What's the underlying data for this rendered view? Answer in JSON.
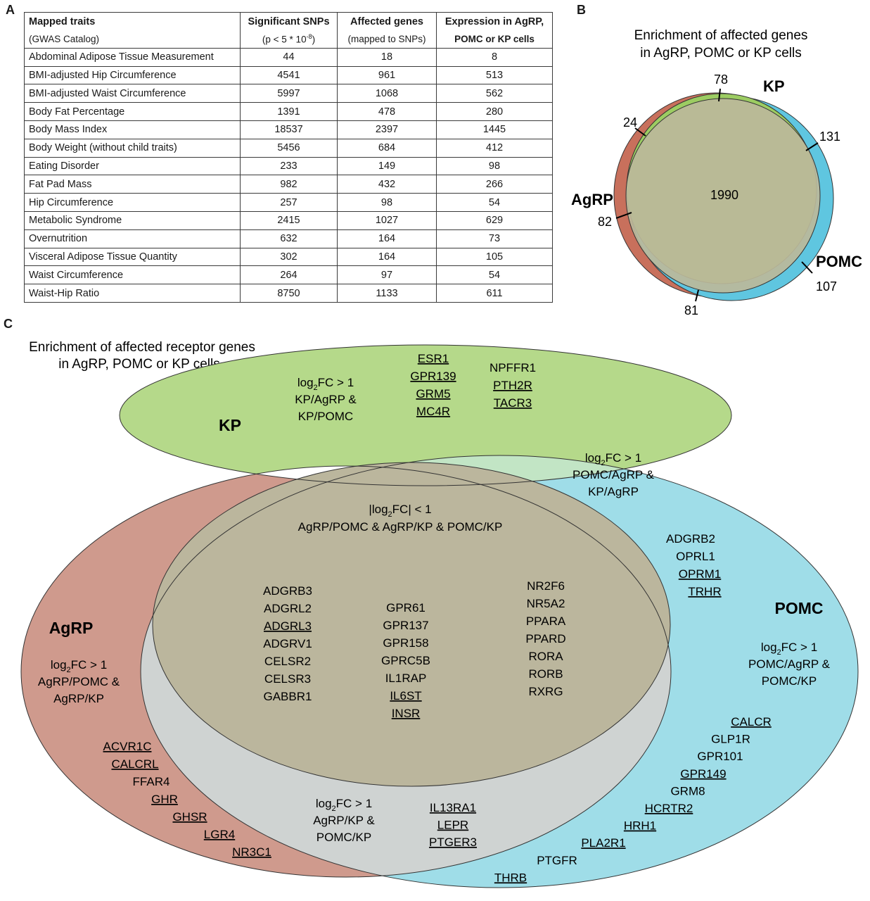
{
  "panels": {
    "a": "A",
    "b": "B",
    "c": "C"
  },
  "table": {
    "headers": [
      {
        "title": "Mapped traits",
        "sub": "(GWAS Catalog)"
      },
      {
        "title": "Significant SNPs",
        "sub": "(p < 5 * 10",
        "sup": "-8",
        "sub_end": ")"
      },
      {
        "title": "Affected genes",
        "sub": "(mapped to SNPs)"
      },
      {
        "title": "Expression in AgRP,",
        "sub": "POMC or KP cells"
      }
    ],
    "rows": [
      [
        "Abdominal Adipose Tissue Measurement",
        "44",
        "18",
        "8"
      ],
      [
        "BMI-adjusted Hip Circumference",
        "4541",
        "961",
        "513"
      ],
      [
        "BMI-adjusted Waist Circumference",
        "5997",
        "1068",
        "562"
      ],
      [
        "Body Fat Percentage",
        "1391",
        "478",
        "280"
      ],
      [
        "Body Mass Index",
        "18537",
        "2397",
        "1445"
      ],
      [
        "Body Weight (without child traits)",
        "5456",
        "684",
        "412"
      ],
      [
        "Eating Disorder",
        "233",
        "149",
        "98"
      ],
      [
        "Fat Pad Mass",
        "982",
        "432",
        "266"
      ],
      [
        "Hip Circumference",
        "257",
        "98",
        "54"
      ],
      [
        "Metabolic Syndrome",
        "2415",
        "1027",
        "629"
      ],
      [
        "Overnutrition",
        "632",
        "164",
        "73"
      ],
      [
        "Visceral Adipose Tissue Quantity",
        "302",
        "164",
        "105"
      ],
      [
        "Waist Circumference",
        "264",
        "97",
        "54"
      ],
      [
        "Waist-Hip Ratio",
        "8750",
        "1133",
        "611"
      ]
    ]
  },
  "venn_b": {
    "title_line1": "Enrichment of affected genes",
    "title_line2": "in AgRP, POMC or KP cells",
    "labels": {
      "kp": "KP",
      "agrp": "AgRP",
      "pomc": "POMC"
    },
    "counts": {
      "kp_only": "78",
      "agrp_kp": "24",
      "kp_pomc": "131",
      "center": "1990",
      "agrp_only": "82",
      "pomc_only": "107",
      "agrp_pomc": "81"
    },
    "colors": {
      "kp": "#8dc63f",
      "agrp": "#c0604a",
      "pomc": "#3fb8d6",
      "center": "#bdb89a"
    }
  },
  "venn_c": {
    "title_line1": "Enrichment of affected receptor genes",
    "title_line2": "in AgRP, POMC or KP cells",
    "labels": {
      "kp": "KP",
      "agrp": "AgRP",
      "pomc": "POMC"
    },
    "kp_note": [
      "log2FC > 1",
      "KP/AgRP &",
      "KP/POMC"
    ],
    "kp_pomc_note": [
      "log2FC > 1",
      "POMC/AgRP &",
      "KP/AgRP"
    ],
    "center_note": [
      "|log2FC| < 1",
      "AgRP/POMC & AgRP/KP & POMC/KP"
    ],
    "agrp_note": [
      "log2FC > 1",
      "AgRP/POMC &",
      "AgRP/KP"
    ],
    "pomc_note": [
      "log2FC > 1",
      "POMC/AgRP &",
      "POMC/KP"
    ],
    "agrp_pomc_note": [
      "log2FC > 1",
      "AgRP/KP &",
      "POMC/KP"
    ],
    "genes": {
      "kp_col1": [
        {
          "t": "ESR1",
          "u": true
        },
        {
          "t": "GPR139",
          "u": true
        },
        {
          "t": "GRM5",
          "u": true
        },
        {
          "t": "MC4R",
          "u": true
        }
      ],
      "kp_col2": [
        {
          "t": "NPFFR1",
          "u": false
        },
        {
          "t": "PTH2R",
          "u": true
        },
        {
          "t": "TACR3",
          "u": true
        }
      ],
      "kp_pomc": [
        {
          "t": "ADGRB2",
          "u": false
        },
        {
          "t": "OPRL1",
          "u": false
        },
        {
          "t": "OPRM1",
          "u": true
        },
        {
          "t": "TRHR",
          "u": true
        }
      ],
      "center_col1": [
        {
          "t": "ADGRB3",
          "u": false
        },
        {
          "t": "ADGRL2",
          "u": false
        },
        {
          "t": "ADGRL3",
          "u": true
        },
        {
          "t": "ADGRV1",
          "u": false
        },
        {
          "t": "CELSR2",
          "u": false
        },
        {
          "t": "CELSR3",
          "u": false
        },
        {
          "t": "GABBR1",
          "u": false
        }
      ],
      "center_col2": [
        {
          "t": "GPR61",
          "u": false
        },
        {
          "t": "GPR137",
          "u": false
        },
        {
          "t": "GPR158",
          "u": false
        },
        {
          "t": "GPRC5B",
          "u": false
        },
        {
          "t": "IL1RAP",
          "u": false
        },
        {
          "t": "IL6ST",
          "u": true
        },
        {
          "t": "INSR",
          "u": true
        }
      ],
      "center_col3": [
        {
          "t": "NR2F6",
          "u": false
        },
        {
          "t": "NR5A2",
          "u": false
        },
        {
          "t": "PPARA",
          "u": false
        },
        {
          "t": "PPARD",
          "u": false
        },
        {
          "t": "RORA",
          "u": false
        },
        {
          "t": "RORB",
          "u": false
        },
        {
          "t": "RXRG",
          "u": false
        }
      ],
      "agrp": [
        {
          "t": "ACVR1C",
          "u": true
        },
        {
          "t": "CALCRL",
          "u": true
        },
        {
          "t": "FFAR4",
          "u": false
        },
        {
          "t": "GHR",
          "u": true
        },
        {
          "t": "GHSR",
          "u": true
        },
        {
          "t": "LGR4",
          "u": true
        },
        {
          "t": "NR3C1",
          "u": true
        }
      ],
      "agrp_pomc": [
        {
          "t": "IL13RA1",
          "u": true
        },
        {
          "t": "LEPR",
          "u": true
        },
        {
          "t": "PTGER3",
          "u": true
        }
      ],
      "pomc": [
        {
          "t": "CALCR",
          "u": true
        },
        {
          "t": "GLP1R",
          "u": false
        },
        {
          "t": "GPR101",
          "u": false
        },
        {
          "t": "GPR149",
          "u": true
        },
        {
          "t": "GRM8",
          "u": false
        },
        {
          "t": "HCRTR2",
          "u": true
        },
        {
          "t": "HRH1",
          "u": true
        },
        {
          "t": "PLA2R1",
          "u": true
        },
        {
          "t": "PTGFR",
          "u": false
        },
        {
          "t": "THRB",
          "u": true
        }
      ]
    },
    "colors": {
      "kp": "#b5d98a",
      "agrp": "#cf9a8d",
      "pomc": "#9fdde8",
      "kp_pomc": "#c2e5c5",
      "center": "#bbb69d",
      "agrp_pomc": "#cfd3d2"
    }
  }
}
